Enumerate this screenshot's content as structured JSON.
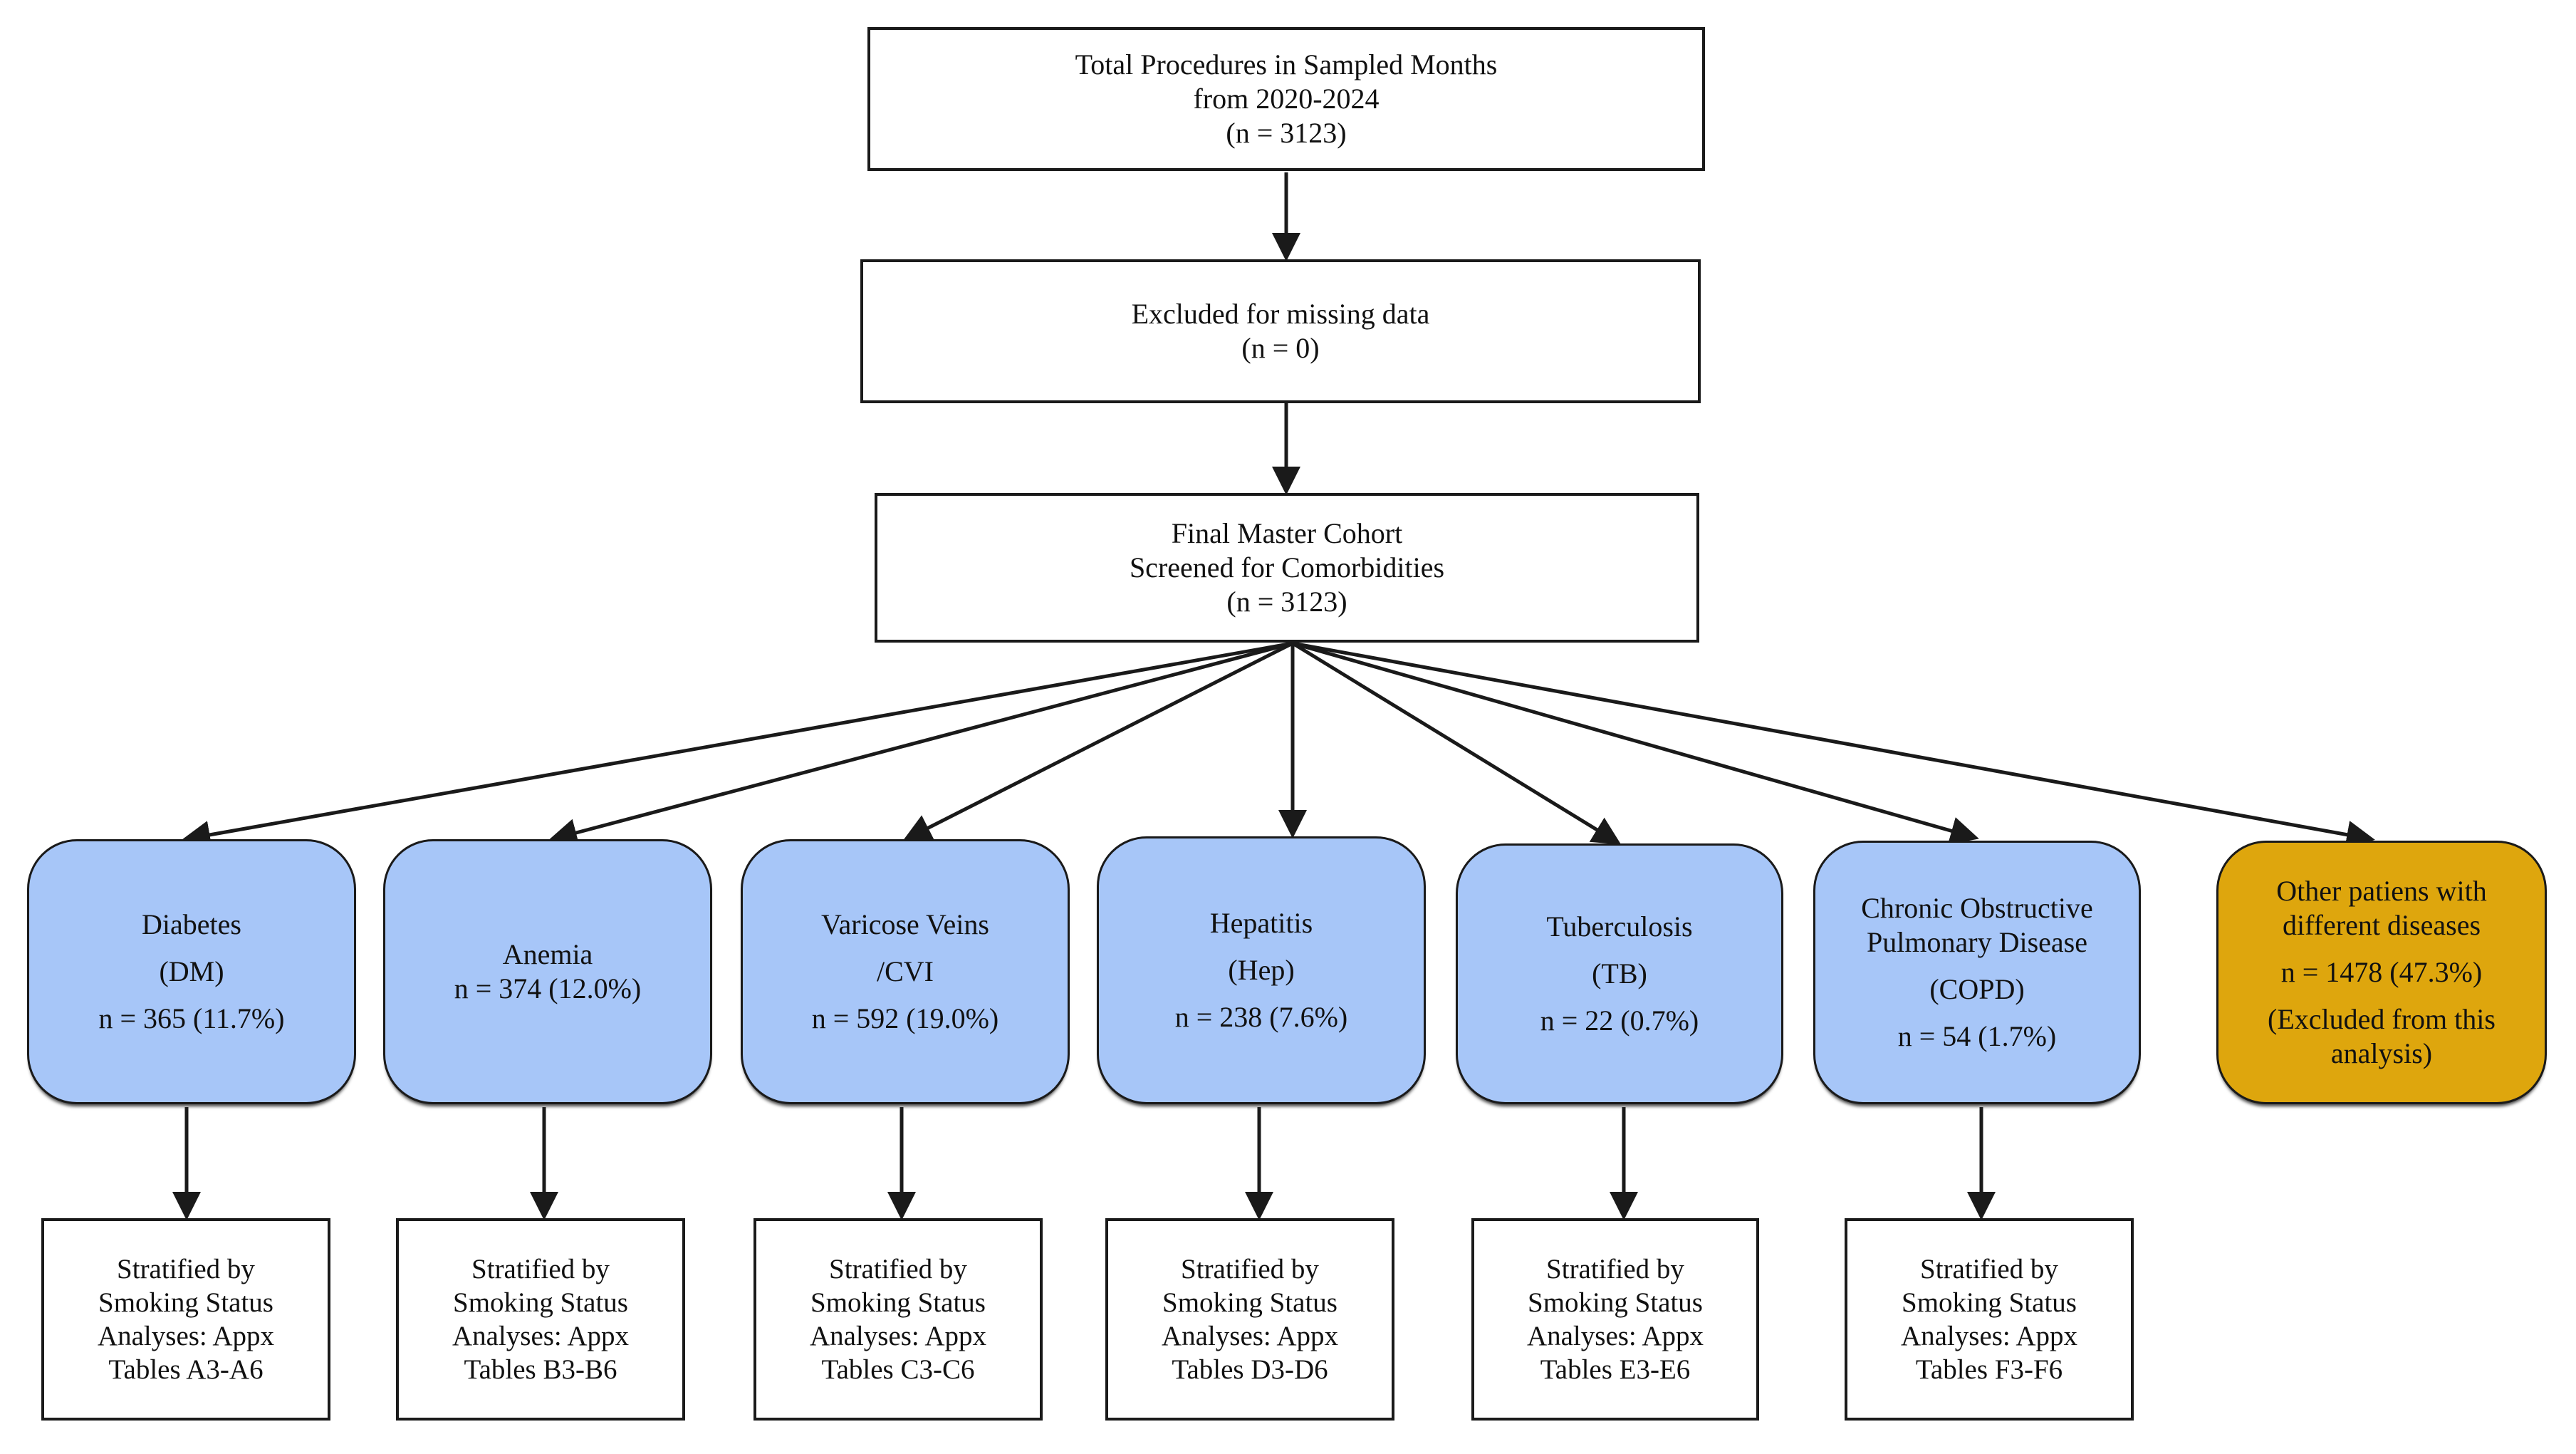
{
  "top_nodes": {
    "total": {
      "lines": [
        "Total Procedures in Sampled Months",
        "from 2020-2024",
        "(n = 3123)"
      ]
    },
    "excluded": {
      "lines": [
        "Excluded for missing data",
        "(n = 0)"
      ]
    },
    "cohort": {
      "lines": [
        "Final Master Cohort",
        "Screened for Comorbidities",
        "(n = 3123)"
      ]
    }
  },
  "disease_nodes": [
    {
      "lines": [
        "Diabetes",
        "(DM)",
        "n = 365 (11.7%)"
      ]
    },
    {
      "lines": [
        "Anemia",
        "n = 374 (12.0%)"
      ]
    },
    {
      "lines": [
        "Varicose Veins",
        "/CVI",
        "n = 592 (19.0%)"
      ]
    },
    {
      "lines": [
        "Hepatitis",
        "(Hep)",
        "n = 238 (7.6%)"
      ]
    },
    {
      "lines": [
        "Tuberculosis",
        "(TB)",
        "n = 22 (0.7%)"
      ]
    },
    {
      "lines": [
        "Chronic Obstructive",
        "Pulmonary Disease",
        "(COPD)",
        "n = 54 (1.7%)"
      ]
    }
  ],
  "other_node": {
    "lines": [
      "Other patiens with",
      "different diseases",
      "n = 1478 (47.3%)",
      "(Excluded from this",
      "analysis)"
    ]
  },
  "stratified_nodes": [
    {
      "lines": [
        "Stratified by",
        "Smoking Status",
        "Analyses: Appx",
        "Tables A3-A6"
      ]
    },
    {
      "lines": [
        "Stratified by",
        "Smoking Status",
        "Analyses: Appx",
        "Tables B3-B6"
      ]
    },
    {
      "lines": [
        "Stratified by",
        "Smoking Status",
        "Analyses: Appx",
        "Tables C3-C6"
      ]
    },
    {
      "lines": [
        "Stratified by",
        "Smoking Status",
        "Analyses: Appx",
        "Tables D3-D6"
      ]
    },
    {
      "lines": [
        "Stratified by",
        "Smoking Status",
        "Analyses: Appx",
        "Tables E3-E6"
      ]
    },
    {
      "lines": [
        "Stratified by",
        "Smoking Status",
        "Analyses: Appx",
        "Tables F3-F6"
      ]
    }
  ],
  "colors": {
    "disease_fill": "#a7c6f8",
    "other_fill": "#dea60d",
    "border": "#1a1a1a",
    "arrow": "#1a1a1a"
  }
}
